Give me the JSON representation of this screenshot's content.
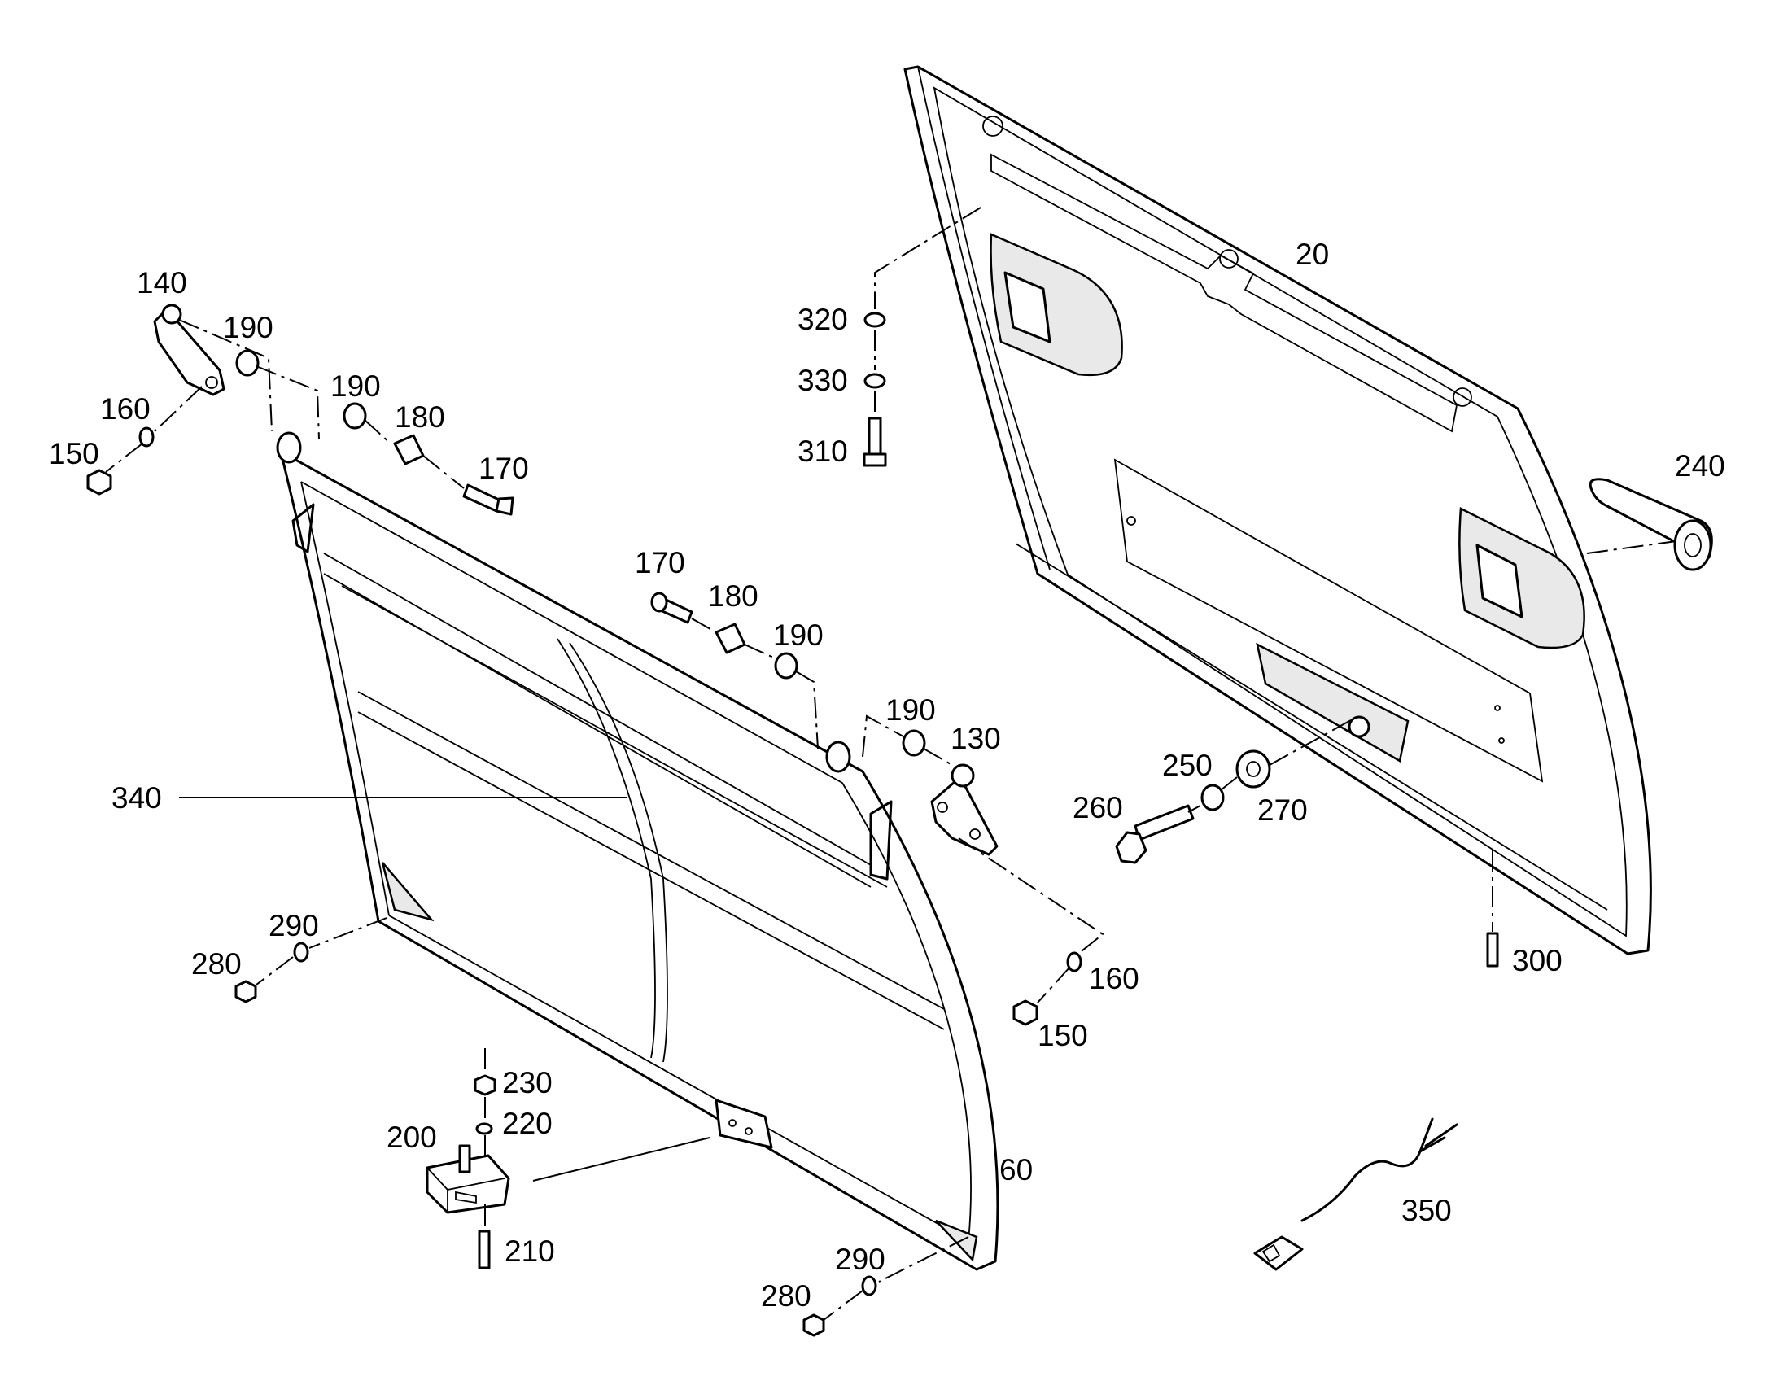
{
  "callouts": [
    {
      "id": "c20",
      "text": "20"
    },
    {
      "id": "c60",
      "text": "60"
    },
    {
      "id": "c130",
      "text": "130"
    },
    {
      "id": "c140",
      "text": "140"
    },
    {
      "id": "c150a",
      "text": "150"
    },
    {
      "id": "c150b",
      "text": "150"
    },
    {
      "id": "c160a",
      "text": "160"
    },
    {
      "id": "c160b",
      "text": "160"
    },
    {
      "id": "c170a",
      "text": "170"
    },
    {
      "id": "c170b",
      "text": "170"
    },
    {
      "id": "c180a",
      "text": "180"
    },
    {
      "id": "c180b",
      "text": "180"
    },
    {
      "id": "c190a",
      "text": "190"
    },
    {
      "id": "c190b",
      "text": "190"
    },
    {
      "id": "c190c",
      "text": "190"
    },
    {
      "id": "c190d",
      "text": "190"
    },
    {
      "id": "c200",
      "text": "200"
    },
    {
      "id": "c210",
      "text": "210"
    },
    {
      "id": "c220",
      "text": "220"
    },
    {
      "id": "c230",
      "text": "230"
    },
    {
      "id": "c240",
      "text": "240"
    },
    {
      "id": "c250",
      "text": "250"
    },
    {
      "id": "c260",
      "text": "260"
    },
    {
      "id": "c270",
      "text": "270"
    },
    {
      "id": "c280a",
      "text": "280"
    },
    {
      "id": "c280b",
      "text": "280"
    },
    {
      "id": "c290a",
      "text": "290"
    },
    {
      "id": "c290b",
      "text": "290"
    },
    {
      "id": "c300",
      "text": "300"
    },
    {
      "id": "c310",
      "text": "310"
    },
    {
      "id": "c320",
      "text": "320"
    },
    {
      "id": "c330",
      "text": "330"
    },
    {
      "id": "c340",
      "text": "340"
    },
    {
      "id": "c350",
      "text": "350"
    }
  ]
}
